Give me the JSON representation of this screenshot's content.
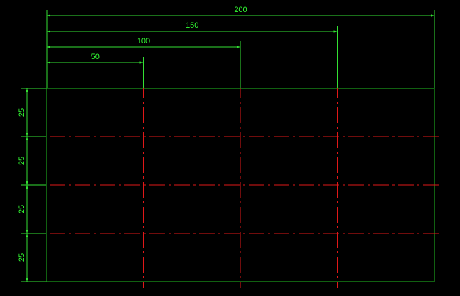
{
  "colors": {
    "background": "#000000",
    "outline": "#22c122",
    "dimension": "#33e033",
    "dimension_text": "#33ff33",
    "centerline": "#e01818"
  },
  "horizontal_dimensions": [
    {
      "value": 50,
      "label": "50"
    },
    {
      "value": 100,
      "label": "100"
    },
    {
      "value": 150,
      "label": "150"
    },
    {
      "value": 200,
      "label": "200"
    }
  ],
  "vertical_dimensions": [
    {
      "from": 0,
      "to": 25,
      "label": "25"
    },
    {
      "from": 25,
      "to": 50,
      "label": "25"
    },
    {
      "from": 50,
      "to": 75,
      "label": "25"
    },
    {
      "from": 75,
      "to": 100,
      "label": "25"
    }
  ],
  "rectangle": {
    "width": 200,
    "height": 100
  },
  "vertical_centerlines": [
    50,
    100,
    150
  ],
  "horizontal_centerlines": [
    25,
    50,
    75
  ]
}
